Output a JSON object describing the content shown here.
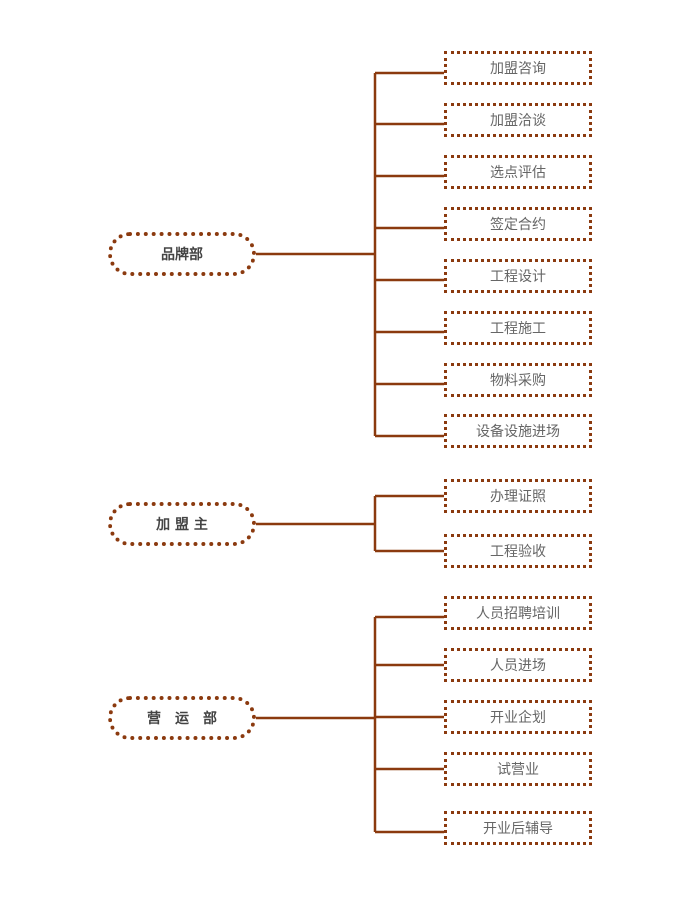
{
  "colors": {
    "line": "#8B3A0F",
    "border": "#8B3A0F",
    "group_text": "#444444",
    "task_text": "#666666"
  },
  "groups": [
    {
      "label": "品牌部",
      "tasks": [
        "加盟咨询",
        "加盟洽谈",
        "选点评估",
        "签定合约",
        "工程设计",
        "工程施工",
        "物料采购",
        "设备设施进场"
      ]
    },
    {
      "label": "加 盟 主",
      "tasks": [
        "办理证照",
        "工程验收"
      ]
    },
    {
      "label": "营　运　部",
      "tasks": [
        "人员招聘培训",
        "人员进场",
        "开业企划",
        "试营业",
        "开业后辅导"
      ]
    }
  ]
}
